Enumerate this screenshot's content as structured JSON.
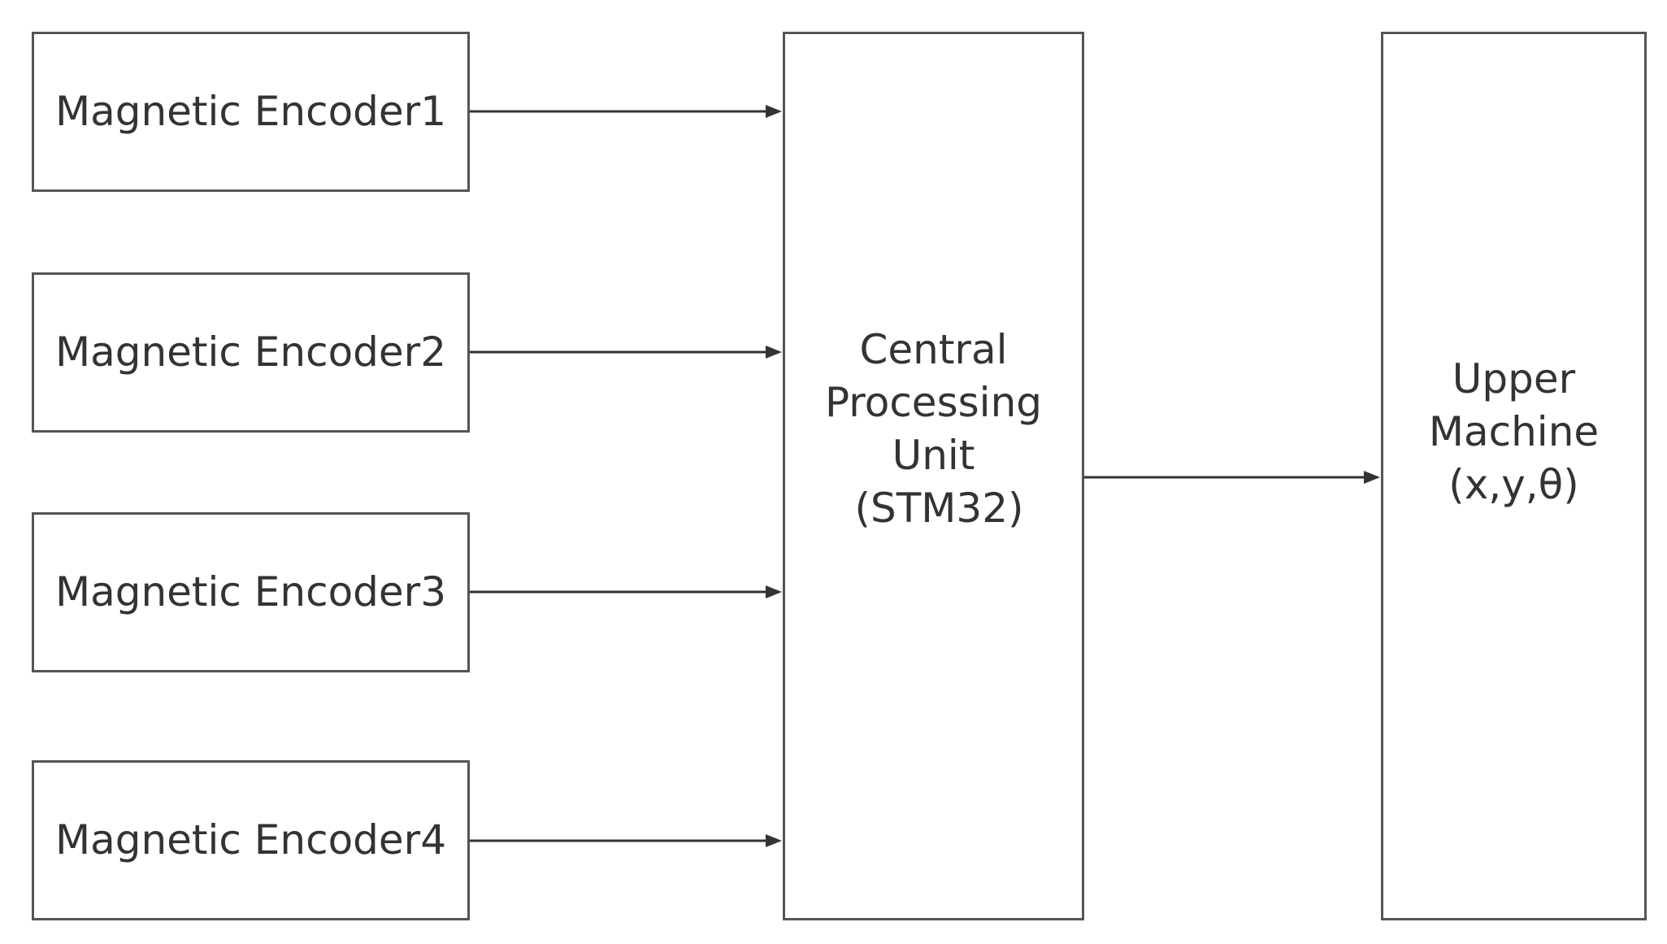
{
  "diagram": {
    "encoders": [
      {
        "label": "Magnetic Encoder1"
      },
      {
        "label": "Magnetic Encoder2"
      },
      {
        "label": "Magnetic Encoder3"
      },
      {
        "label": "Magnetic Encoder4"
      }
    ],
    "cpu": {
      "lines": [
        "Central",
        "Processing",
        "Unit",
        "(STM32)"
      ]
    },
    "upper_machine": {
      "lines": [
        "Upper",
        "Machine",
        "(x,y,θ)"
      ]
    },
    "connections": [
      {
        "from": "Magnetic Encoder1",
        "to": "Central Processing Unit (STM32)"
      },
      {
        "from": "Magnetic Encoder2",
        "to": "Central Processing Unit (STM32)"
      },
      {
        "from": "Magnetic Encoder3",
        "to": "Central Processing Unit (STM32)"
      },
      {
        "from": "Magnetic Encoder4",
        "to": "Central Processing Unit (STM32)"
      },
      {
        "from": "Central Processing Unit (STM32)",
        "to": "Upper Machine (x,y,θ)"
      }
    ],
    "colors": {
      "stroke": "#555555",
      "text": "#333333",
      "background": "#ffffff"
    }
  }
}
